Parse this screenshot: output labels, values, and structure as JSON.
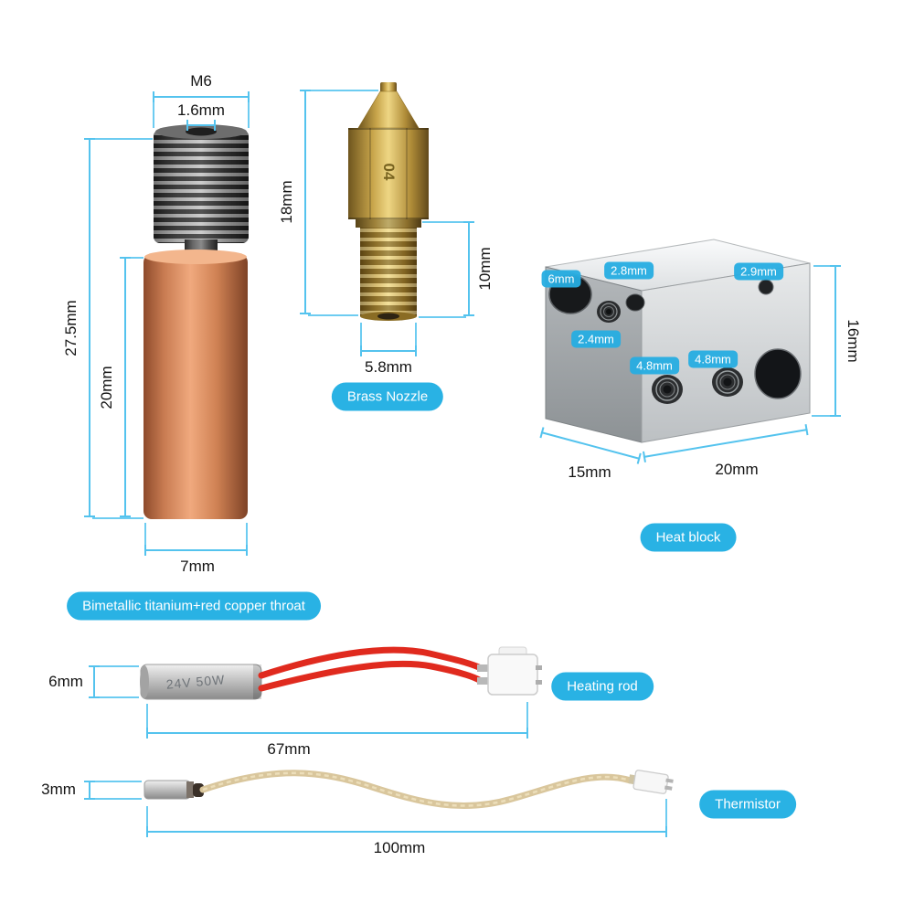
{
  "colors": {
    "badge_bg": "#29b2e4",
    "dim_line": "#54c3ee"
  },
  "throat": {
    "label": "Bimetallic titanium+red copper throat",
    "dim_thread": "M6",
    "dim_bore": "1.6mm",
    "dim_total": "27.5mm",
    "dim_copper": "20mm",
    "dim_diameter": "7mm"
  },
  "nozzle": {
    "label": "Brass Nozzle",
    "marking": "04",
    "dim_height": "18mm",
    "dim_thread_len": "10mm",
    "dim_thread_dia": "5.8mm"
  },
  "heat_block": {
    "label": "Heat block",
    "dim_hole_6": "6mm",
    "dim_hole_28": "2.8mm",
    "dim_hole_29": "2.9mm",
    "dim_hole_24": "2.4mm",
    "dim_hole_48a": "4.8mm",
    "dim_hole_48b": "4.8mm",
    "dim_height": "16mm",
    "dim_depth": "15mm",
    "dim_width": "20mm"
  },
  "heating_rod": {
    "label": "Heating rod",
    "marking": "24V 50W",
    "dim_diameter": "6mm",
    "dim_length": "67mm"
  },
  "thermistor": {
    "label": "Thermistor",
    "dim_diameter": "3mm",
    "dim_length": "100mm"
  }
}
